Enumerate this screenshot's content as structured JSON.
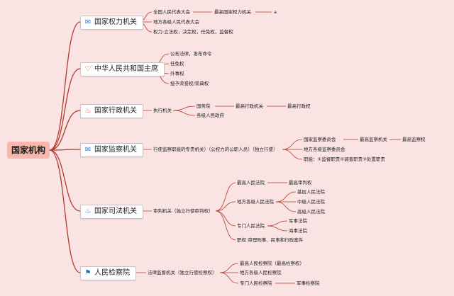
{
  "root": {
    "label": "国家机构"
  },
  "branches": [
    {
      "label": "国家权力机关",
      "icon": "paper-plane-icon",
      "glyph": "✉",
      "icon_color": "#3b7bbf",
      "items": [
        "全国人民代表大会",
        "最高国家权力机关",
        "a",
        "地方各级人民代表大会",
        "权力:立法权，决定权，任免权，监督权"
      ]
    },
    {
      "label": "中华人民共和国主席",
      "icon": "heart-icon",
      "glyph": "♡",
      "icon_color": "#c0392b",
      "items": [
        "公布法律，发布命令",
        "任免权",
        "外事权",
        "授予荣誉权/荣典权"
      ]
    },
    {
      "label": "国家行政机关",
      "icon": "fire-icon",
      "glyph": "♨",
      "icon_color": "#e5572b",
      "items": [
        "执行机关",
        "国务院",
        "最高行政机关",
        "最高行政权",
        "各级人民政府"
      ]
    },
    {
      "label": "国家监察机关",
      "icon": "paper-plane-icon",
      "glyph": "✉",
      "icon_color": "#3b7bbf",
      "items": [
        "行使监察职能的专责机关）（公权力的公职人员）（独立行使）",
        "国家监察委员会",
        "最高监察机关",
        "最高监察权",
        "地方各级监察委员会",
        "职能：①监督职责②调查职责③处置职责"
      ]
    },
    {
      "label": "国家司法机关",
      "icon": "fire-icon",
      "glyph": "♨",
      "icon_color": "#3b7bbf",
      "items": [
        "审判机关（独立行使审判权）",
        "最高人民法院",
        "最高审判权",
        "地方各级人民法院",
        "基层人民法院",
        "中级人民法院",
        "高级人民法院",
        "专门人民法院",
        "军事法院",
        "海事法院",
        "职权:审理刑事、民事和行政案件"
      ]
    },
    {
      "label": "人民检察院",
      "icon": "flag-icon",
      "glyph": "⚑",
      "icon_color": "#1f6fb2",
      "items": [
        "法律监督机关（独立行使检察权）",
        "最高人民检察院（最高检察权）",
        "地方各级人民检察院",
        "专门人民检察院",
        "军事检察院"
      ]
    }
  ]
}
